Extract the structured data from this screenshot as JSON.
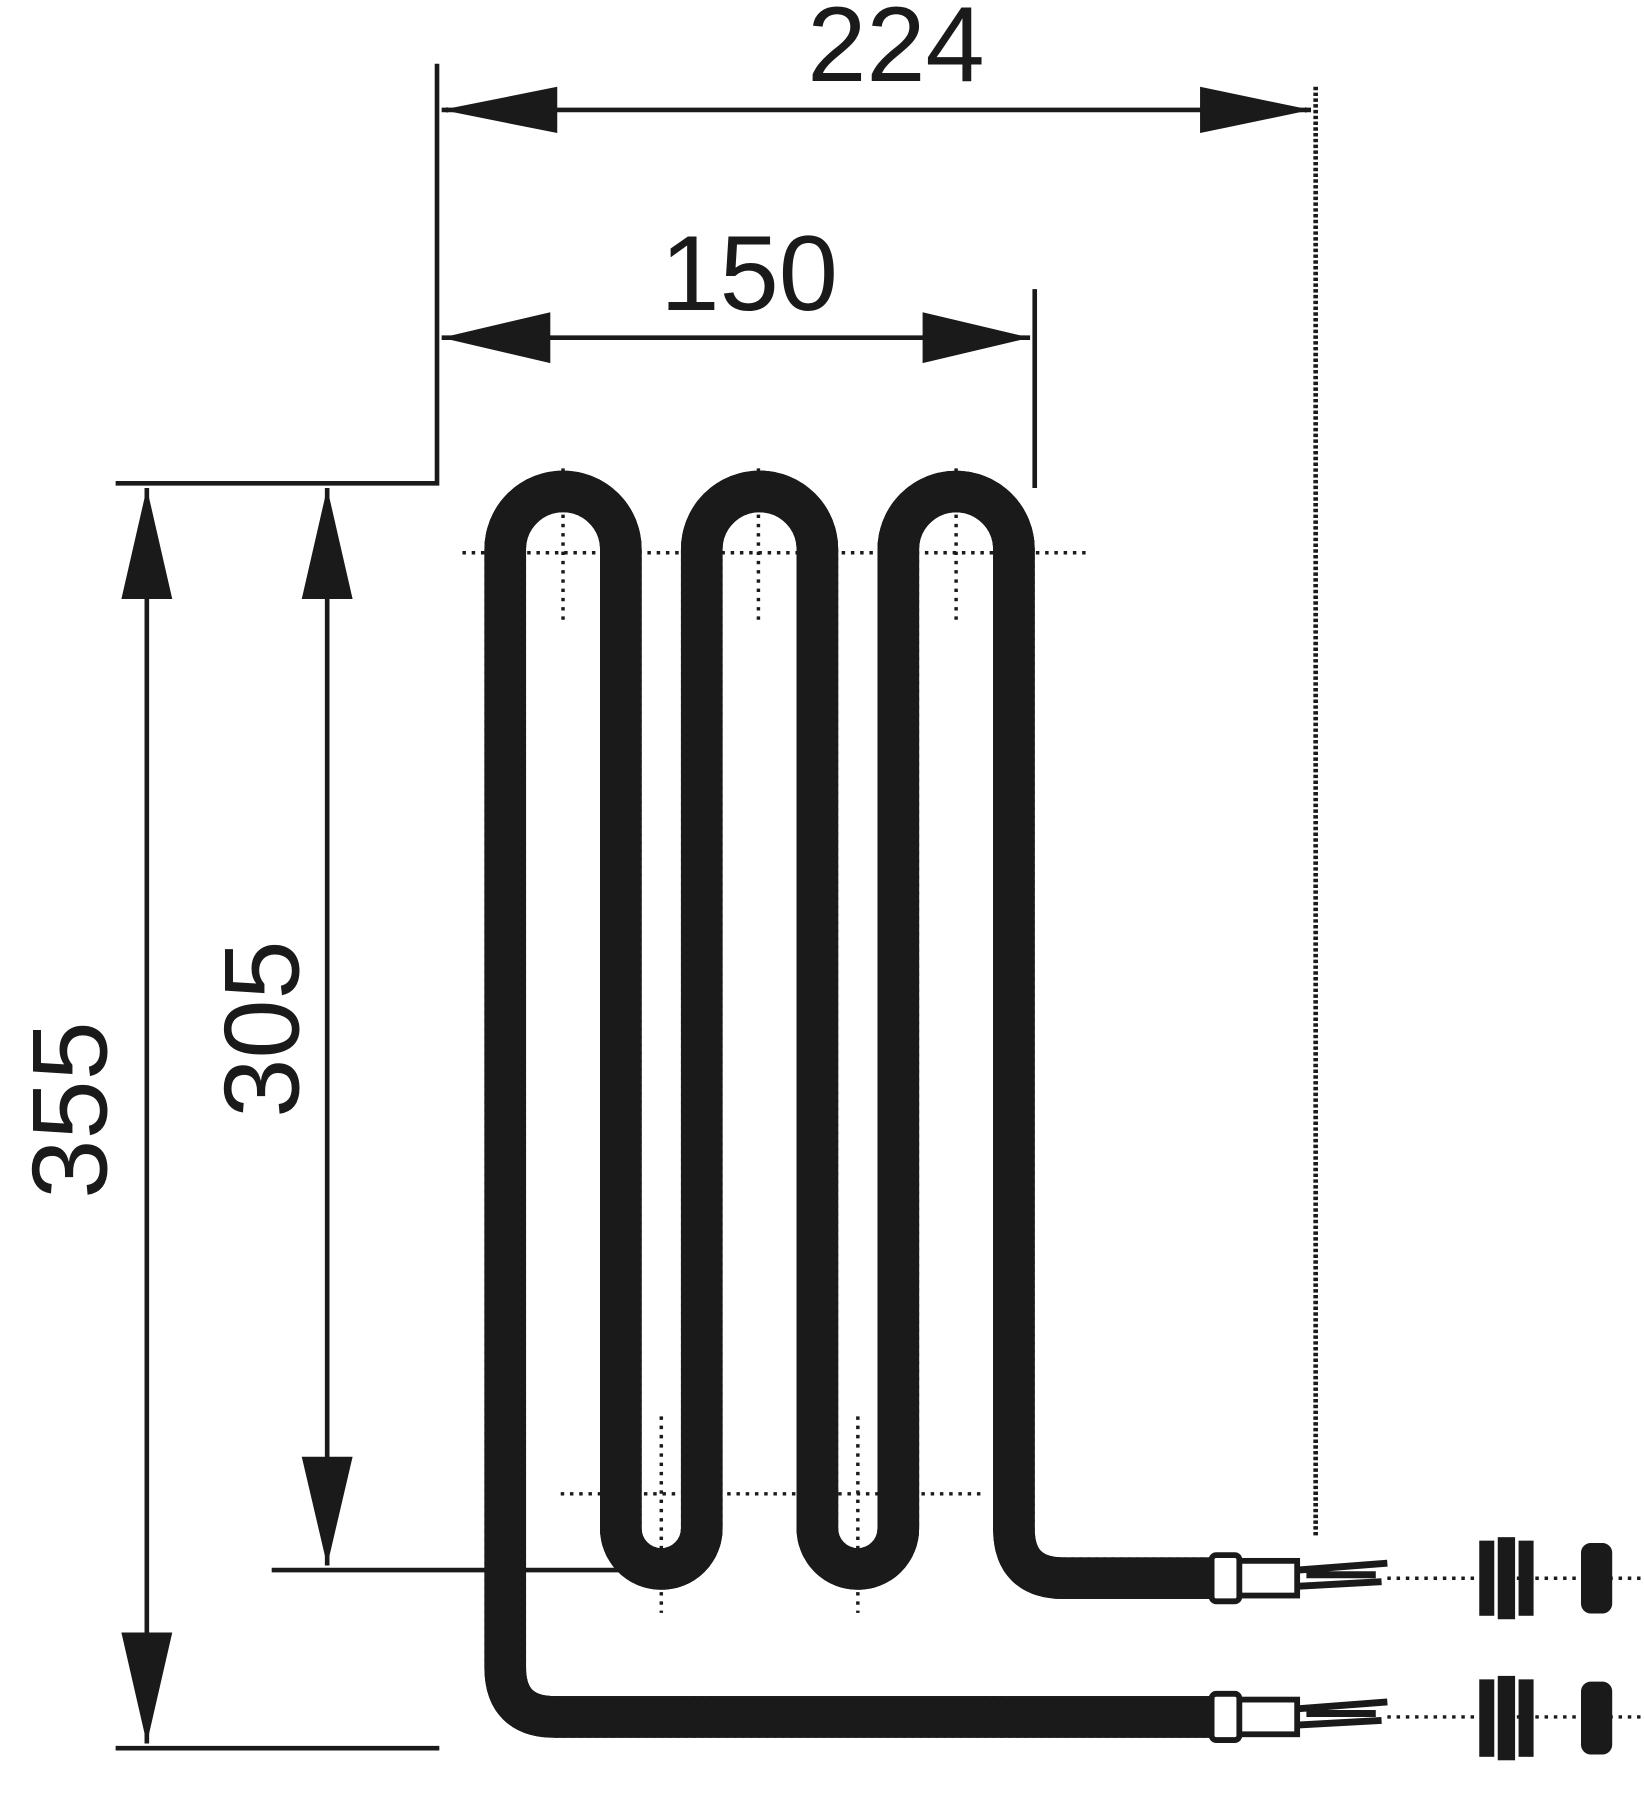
{
  "drawing": {
    "dimensions": {
      "overall_width": "224",
      "loop_width": "150",
      "overall_height": "355",
      "loop_height": "305"
    },
    "line_color": "#1a1a1a",
    "paper_color": "#ffffff"
  }
}
